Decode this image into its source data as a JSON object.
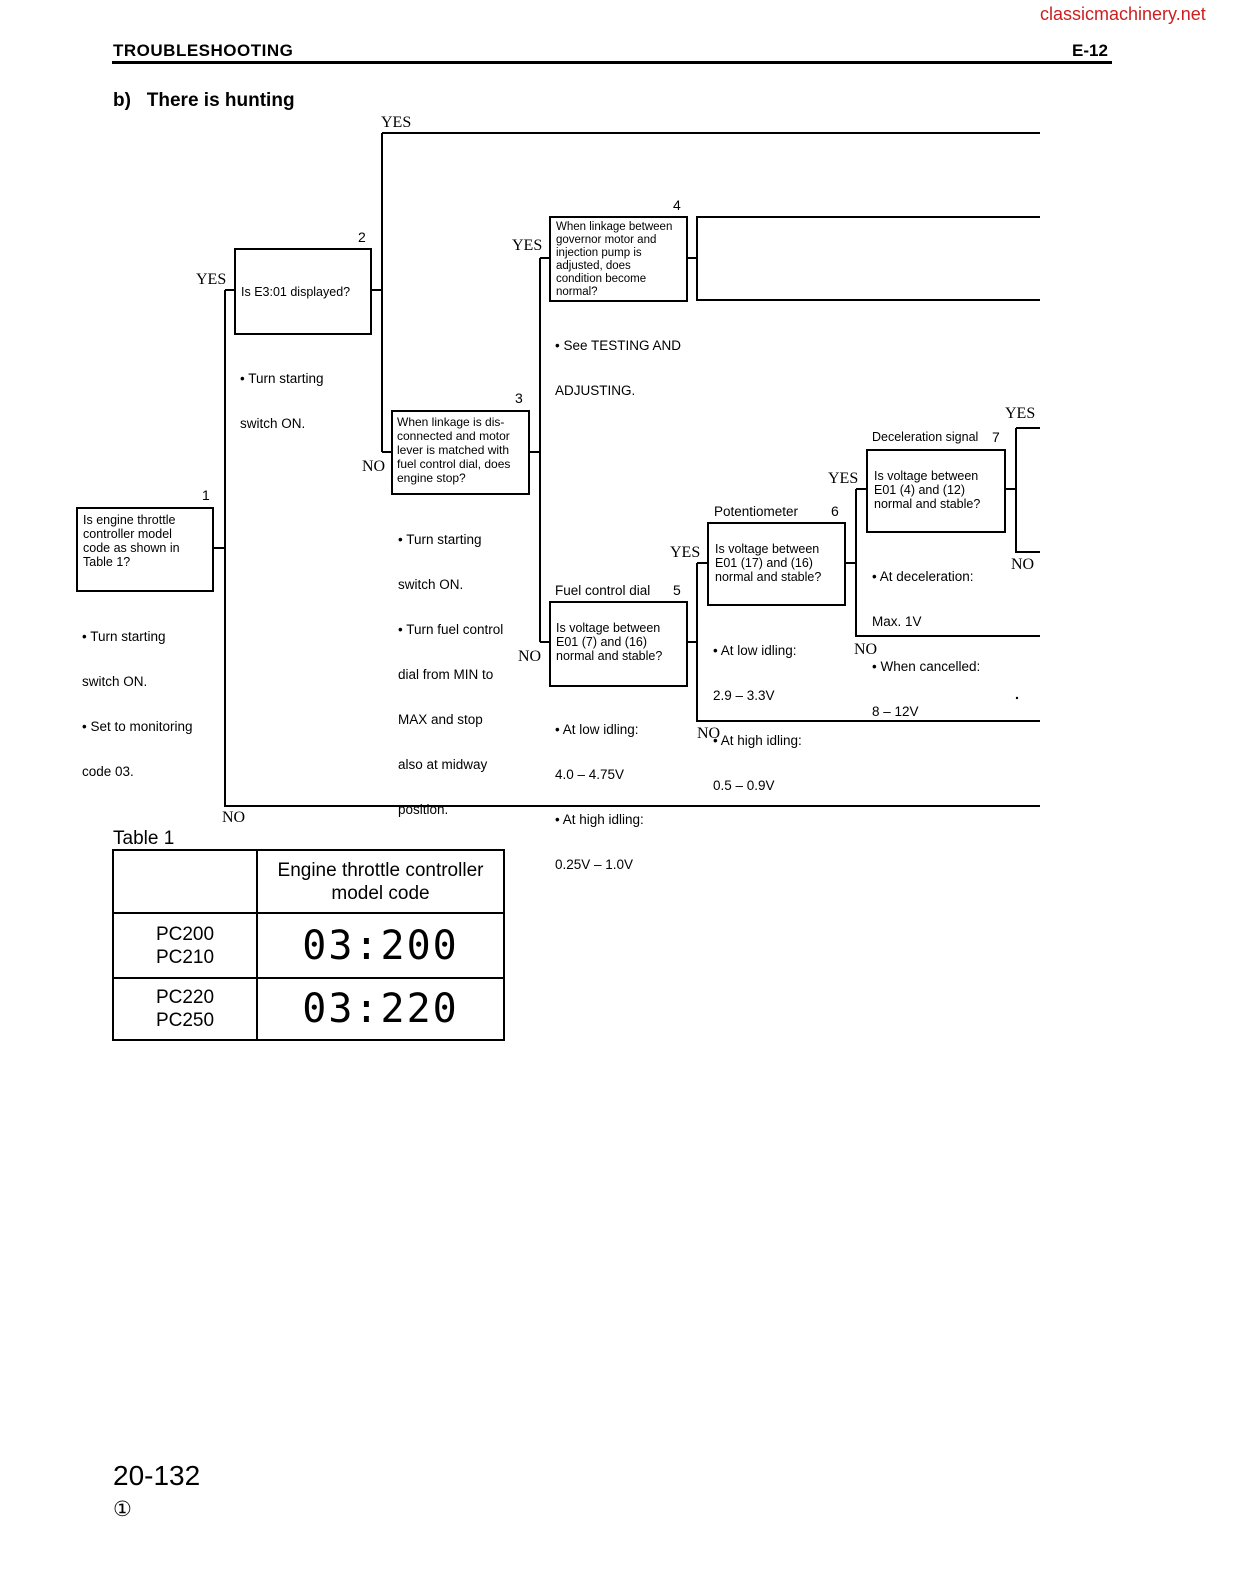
{
  "watermark": "classicmachinery.net",
  "header": {
    "title": "TROUBLESHOOTING",
    "code": "E-12"
  },
  "subtitle": "b)   There is hunting",
  "labels": {
    "yes": "YES",
    "no": "NO"
  },
  "steps": [
    {
      "number": "1",
      "lines": [
        "Is engine throttle",
        "controller model",
        "code as shown in",
        "Table 1?"
      ],
      "notes": [
        "• Turn starting",
        "   switch ON.",
        "• Set to monitoring",
        "   code 03."
      ]
    },
    {
      "number": "2",
      "lines": [
        "Is E3:01 displayed?"
      ],
      "notes": [
        "• Turn starting",
        "   switch ON."
      ]
    },
    {
      "number": "3",
      "lines": [
        "When linkage is dis-",
        "connected and motor",
        "lever is matched with",
        "fuel control dial, does",
        "engine stop?"
      ],
      "notes": [
        "• Turn starting",
        "   switch ON.",
        "• Turn fuel control",
        "   dial from MIN to",
        "   MAX and stop",
        "   also at midway",
        "   position."
      ]
    },
    {
      "number": "4",
      "lines": [
        "When linkage between",
        "governor motor and",
        "injection pump is",
        "adjusted, does",
        "condition become",
        "normal?"
      ],
      "notes": [
        "• See TESTING AND",
        "   ADJUSTING."
      ]
    },
    {
      "number": "5",
      "label": "Fuel control dial",
      "lines": [
        "Is voltage between",
        "E01 (7) and (16)",
        "normal and stable?"
      ],
      "notes": [
        "• At low idling:",
        "            4.0 – 4.75V",
        "• At high idling:",
        "            0.25V – 1.0V"
      ]
    },
    {
      "number": "6",
      "label": "Potentiometer",
      "lines": [
        "Is voltage between",
        "E01 (17) and (16)",
        "normal and stable?"
      ],
      "notes": [
        "• At low idling:",
        "            2.9 – 3.3V",
        "• At high idling:",
        "            0.5 – 0.9V"
      ]
    },
    {
      "number": "7",
      "label": "Deceleration signal",
      "lines": [
        "Is voltage between",
        "E01 (4) and (12)",
        "normal and stable?"
      ],
      "notes": [
        "• At deceleration:",
        "                  Max. 1V",
        "• When cancelled:",
        "                  8 – 12V"
      ]
    }
  ],
  "table": {
    "caption": "Table 1",
    "header": [
      "",
      "Engine throttle controller model code"
    ],
    "rows": [
      {
        "models": [
          "PC200",
          "PC210"
        ],
        "code": "03:200"
      },
      {
        "models": [
          "PC220",
          "PC250"
        ],
        "code": "03:220"
      }
    ]
  },
  "footer": {
    "page_number": "20-132",
    "revision": "①"
  }
}
